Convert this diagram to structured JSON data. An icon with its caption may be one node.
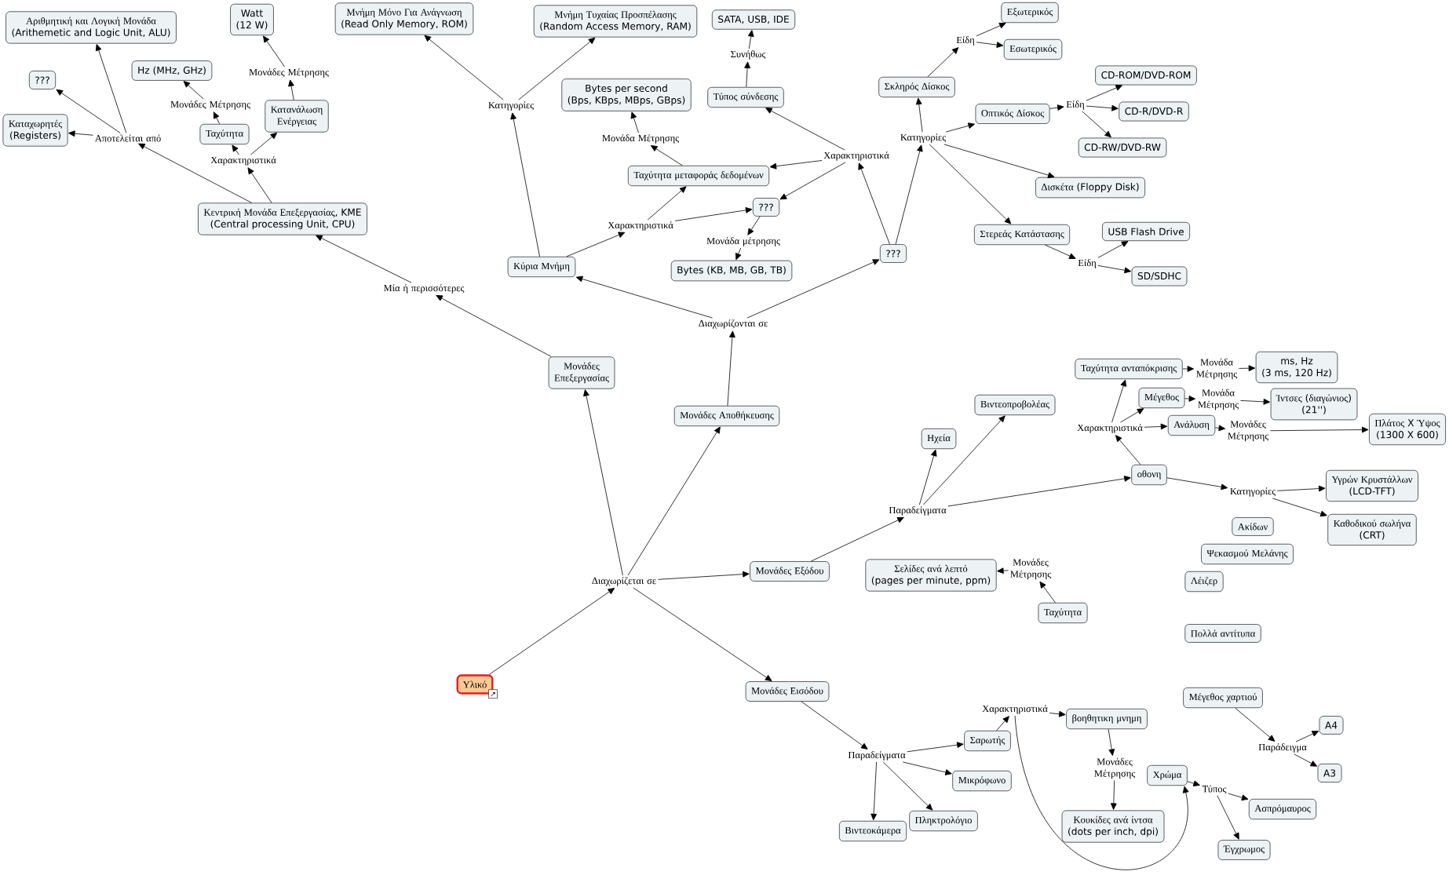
{
  "diagram": {
    "nodes": [
      {
        "text": [
          "Υλικό"
        ]
      },
      {
        "text": [
          "Διαχωρίζεται σε"
        ]
      },
      {
        "text": [
          "Μονάδες Επεξεργασίας"
        ]
      },
      {
        "text": [
          "Μονάδες Αποθήκευσης"
        ]
      },
      {
        "text": [
          "Μονάδες Εξόδου"
        ]
      },
      {
        "text": [
          "Μονάδες Εισόδου"
        ]
      },
      {
        "text": [
          "Μία ή περισσότερες"
        ]
      },
      {
        "text": [
          "Κεντρική Μονάδα Επεξεργασίας, KME (Central processing Unit, CPU)"
        ]
      },
      {
        "text": [
          "Αποτελείται από"
        ]
      },
      {
        "text": [
          "Χαρακτηριστικά"
        ]
      },
      {
        "text": [
          "Αριθμητική και Λογική Μονάδα (Arithemetic and Logic Unit, ALU)"
        ]
      },
      {
        "text": [
          "???"
        ]
      },
      {
        "text": [
          "Καταχωρητές (Registers)"
        ]
      },
      {
        "text": [
          "Ταχύτητα"
        ]
      },
      {
        "text": [
          "Κατανάλωση Ενέργειας"
        ]
      },
      {
        "text": [
          "Μονάδες Μέτρησης"
        ]
      },
      {
        "text": [
          "Hz (MHz, GHz)"
        ]
      },
      {
        "text": [
          "Μονάδες Μέτρησης"
        ]
      },
      {
        "text": [
          "Watt (12 W)"
        ]
      },
      {
        "text": [
          "Διαχωρίζονται σε"
        ]
      },
      {
        "text": [
          "Κύρια Μνήμη"
        ]
      },
      {
        "text": [
          "???"
        ]
      },
      {
        "text": [
          "Κατηγορίες"
        ]
      },
      {
        "text": [
          "Χαρακτηριστικά"
        ]
      },
      {
        "text": [
          "Μνήμη Μόνο Για Ανάγνωση (Read Only Memory, ROM)"
        ]
      },
      {
        "text": [
          "Μνήμη Τυχαίας Προσπέλασης (Random Access Memory, RAM)"
        ]
      },
      {
        "text": [
          "Ταχύτητα μεταφοράς δεδομένων"
        ]
      },
      {
        "text": [
          "???"
        ]
      },
      {
        "text": [
          "Μονάδα Μέτρησης"
        ]
      },
      {
        "text": [
          "Bytes per second (Bps, KBps, MBps, GBps)"
        ]
      },
      {
        "text": [
          "Μονάδα μέτρησης"
        ]
      },
      {
        "text": [
          "Bytes (KB, MB, GB, TB)"
        ]
      },
      {
        "text": [
          "Χαρακτηριστικά"
        ]
      },
      {
        "text": [
          "Κατηγορίες"
        ]
      },
      {
        "text": [
          "Τύπος σύνδεσης"
        ]
      },
      {
        "text": [
          "Συνήθως"
        ]
      },
      {
        "text": [
          "SATA, USB, IDE"
        ]
      },
      {
        "text": [
          "Σκληρός Δίσκος"
        ]
      },
      {
        "text": [
          "Οπτικός Δίσκος"
        ]
      },
      {
        "text": [
          "Δισκέτα (Floppy Disk)"
        ]
      },
      {
        "text": [
          "Στερεάς Κατάστασης"
        ]
      },
      {
        "text": [
          "Είδη"
        ]
      },
      {
        "text": [
          "Εξωτερικός"
        ]
      },
      {
        "text": [
          "Εσωτερικός"
        ]
      },
      {
        "text": [
          "Είδη"
        ]
      },
      {
        "text": [
          "CD-ROM/DVD-ROM"
        ]
      },
      {
        "text": [
          "CD-R/DVD-R"
        ]
      },
      {
        "text": [
          "CD-RW/DVD-RW"
        ]
      },
      {
        "text": [
          "Είδη"
        ]
      },
      {
        "text": [
          "USB Flash Drive"
        ]
      },
      {
        "text": [
          "SD/SDHC"
        ]
      },
      {
        "text": [
          "Παραδείγματα"
        ]
      },
      {
        "text": [
          "Ηχεία"
        ]
      },
      {
        "text": [
          "Βιντεοπροβολέας"
        ]
      },
      {
        "text": [
          "οθονη"
        ]
      },
      {
        "text": [
          "Χαρακτηριστικά"
        ]
      },
      {
        "text": [
          "Κατηγορίες"
        ]
      },
      {
        "text": [
          "Ταχύτητα ανταπόκρισης"
        ]
      },
      {
        "text": [
          "Μέγεθος"
        ]
      },
      {
        "text": [
          "Ανάλυση"
        ]
      },
      {
        "text": [
          "Μονάδα Μέτρησης"
        ]
      },
      {
        "text": [
          "ms, Hz (3 ms, 120 Hz)"
        ]
      },
      {
        "text": [
          "Μονάδα Μέτρησης"
        ]
      },
      {
        "text": [
          "Ίντσες (διαγώνιος) (21'')"
        ]
      },
      {
        "text": [
          "Μονάδες Μέτρησης"
        ]
      },
      {
        "text": [
          "Πλάτος X Ύψος (1300 X 600)"
        ]
      },
      {
        "text": [
          "Υγρών Κρυστάλλων (LCD-TFT)"
        ]
      },
      {
        "text": [
          "Καθοδικού σωλήνα (CRT)"
        ]
      },
      {
        "text": [
          "Ακίδων"
        ]
      },
      {
        "text": [
          "Ψεκασμού Μελάνης"
        ]
      },
      {
        "text": [
          "Λέιζερ"
        ]
      },
      {
        "text": [
          "Πολλά αντίτυπα"
        ]
      },
      {
        "text": [
          "Σελίδες ανά λεπτό (pages per minute, ppm)"
        ]
      },
      {
        "text": [
          "Μονάδες Μέτρησης"
        ]
      },
      {
        "text": [
          "Ταχύτητα"
        ]
      },
      {
        "text": [
          "Παραδείγματα"
        ]
      },
      {
        "text": [
          "Σαρωτής"
        ]
      },
      {
        "text": [
          "Μικρόφωνο"
        ]
      },
      {
        "text": [
          "Πληκτρολόγιο"
        ]
      },
      {
        "text": [
          "Βιντεοκάμερα"
        ]
      },
      {
        "text": [
          "Χαρακτηριστικά"
        ]
      },
      {
        "text": [
          "βοηθητικη μνημη"
        ]
      },
      {
        "text": [
          "Χρώμα"
        ]
      },
      {
        "text": [
          "Μονάδες Μέτρησης"
        ]
      },
      {
        "text": [
          "Κουκίδες ανά ίντσα (dots per inch, dpi)"
        ]
      },
      {
        "text": [
          "Τύπος"
        ]
      },
      {
        "text": [
          "Ασπρόμαυρος"
        ]
      },
      {
        "text": [
          "Έγχρωμος"
        ]
      },
      {
        "text": [
          "Μέγεθος χαρτιού"
        ]
      },
      {
        "text": [
          "Παράδειγμα"
        ]
      },
      {
        "text": [
          "A4"
        ]
      },
      {
        "text": [
          "A3"
        ]
      }
    ],
    "edges": [
      {
        "from": 0,
        "to": 1,
        "arrow": "to"
      },
      {
        "from": 1,
        "to": 2,
        "arrow": "to"
      },
      {
        "from": 1,
        "to": 3,
        "arrow": "to"
      },
      {
        "from": 1,
        "to": 4,
        "arrow": "to"
      },
      {
        "from": 1,
        "to": 5,
        "arrow": "to"
      },
      {
        "from": 2,
        "to": 6,
        "arrow": "to"
      },
      {
        "from": 6,
        "to": 7,
        "arrow": "to"
      },
      {
        "from": 7,
        "to": 8,
        "arrow": "to"
      },
      {
        "from": 7,
        "to": 9,
        "arrow": "to"
      },
      {
        "from": 8,
        "to": 10,
        "arrow": "to"
      },
      {
        "from": 8,
        "to": 11,
        "arrow": "to"
      },
      {
        "from": 8,
        "to": 12,
        "arrow": "to"
      },
      {
        "from": 9,
        "to": 13,
        "arrow": "to"
      },
      {
        "from": 9,
        "to": 14,
        "arrow": "to"
      },
      {
        "from": 13,
        "to": 15,
        "arrow": "to"
      },
      {
        "from": 15,
        "to": 16,
        "arrow": "to"
      },
      {
        "from": 14,
        "to": 17,
        "arrow": "to"
      },
      {
        "from": 17,
        "to": 18,
        "arrow": "to"
      },
      {
        "from": 3,
        "to": 19,
        "arrow": "to"
      },
      {
        "from": 19,
        "to": 20,
        "arrow": "to"
      },
      {
        "from": 19,
        "to": 21,
        "arrow": "to"
      },
      {
        "from": 20,
        "to": 22,
        "arrow": "to"
      },
      {
        "from": 20,
        "to": 23,
        "arrow": "to"
      },
      {
        "from": 22,
        "to": 24,
        "arrow": "to"
      },
      {
        "from": 22,
        "to": 25,
        "arrow": "to"
      },
      {
        "from": 23,
        "to": 26,
        "arrow": "to"
      },
      {
        "from": 23,
        "to": 27,
        "arrow": "to"
      },
      {
        "from": 26,
        "to": 28,
        "arrow": "to"
      },
      {
        "from": 28,
        "to": 29,
        "arrow": "to"
      },
      {
        "from": 27,
        "to": 30,
        "arrow": "to"
      },
      {
        "from": 30,
        "to": 31,
        "arrow": "to"
      },
      {
        "from": 21,
        "to": 32,
        "arrow": "to"
      },
      {
        "from": 21,
        "to": 33,
        "arrow": "to"
      },
      {
        "from": 32,
        "to": 34,
        "arrow": "to"
      },
      {
        "from": 32,
        "to": 26,
        "arrow": "to"
      },
      {
        "from": 32,
        "to": 27,
        "arrow": "to"
      },
      {
        "from": 34,
        "to": 35,
        "arrow": "to"
      },
      {
        "from": 35,
        "to": 36,
        "arrow": "to"
      },
      {
        "from": 33,
        "to": 37,
        "arrow": "to"
      },
      {
        "from": 33,
        "to": 38,
        "arrow": "to"
      },
      {
        "from": 33,
        "to": 39,
        "arrow": "to"
      },
      {
        "from": 33,
        "to": 40,
        "arrow": "to"
      },
      {
        "from": 37,
        "to": 41,
        "arrow": "to"
      },
      {
        "from": 41,
        "to": 42,
        "arrow": "to"
      },
      {
        "from": 41,
        "to": 43,
        "arrow": "to"
      },
      {
        "from": 38,
        "to": 44,
        "arrow": "to"
      },
      {
        "from": 44,
        "to": 45,
        "arrow": "to"
      },
      {
        "from": 44,
        "to": 46,
        "arrow": "to"
      },
      {
        "from": 44,
        "to": 47,
        "arrow": "to"
      },
      {
        "from": 40,
        "to": 48,
        "arrow": "to"
      },
      {
        "from": 48,
        "to": 49,
        "arrow": "to"
      },
      {
        "from": 48,
        "to": 50,
        "arrow": "to"
      },
      {
        "from": 4,
        "to": 51,
        "arrow": "to"
      },
      {
        "from": 51,
        "to": 52,
        "arrow": "to"
      },
      {
        "from": 51,
        "to": 53,
        "arrow": "to"
      },
      {
        "from": 51,
        "to": 54,
        "arrow": "to"
      },
      {
        "from": 54,
        "to": 55,
        "arrow": "to"
      },
      {
        "from": 54,
        "to": 56,
        "arrow": "to"
      },
      {
        "from": 55,
        "to": 57,
        "arrow": "to"
      },
      {
        "from": 55,
        "to": 58,
        "arrow": "to"
      },
      {
        "from": 55,
        "to": 59,
        "arrow": "to"
      },
      {
        "from": 57,
        "to": 60,
        "arrow": "to"
      },
      {
        "from": 60,
        "to": 61,
        "arrow": "to"
      },
      {
        "from": 58,
        "to": 62,
        "arrow": "to"
      },
      {
        "from": 62,
        "to": 63,
        "arrow": "to"
      },
      {
        "from": 59,
        "to": 64,
        "arrow": "to"
      },
      {
        "from": 64,
        "to": 65,
        "arrow": "to"
      },
      {
        "from": 56,
        "to": 66,
        "arrow": "to"
      },
      {
        "from": 56,
        "to": 67,
        "arrow": "to"
      },
      {
        "from": 74,
        "to": 73,
        "arrow": "to"
      },
      {
        "from": 73,
        "to": 72,
        "arrow": "to"
      },
      {
        "from": 5,
        "to": 75,
        "arrow": "to"
      },
      {
        "from": 75,
        "to": 76,
        "arrow": "to"
      },
      {
        "from": 75,
        "to": 77,
        "arrow": "to"
      },
      {
        "from": 75,
        "to": 78,
        "arrow": "to"
      },
      {
        "from": 75,
        "to": 79,
        "arrow": "to"
      },
      {
        "from": 76,
        "to": 80,
        "arrow": "to"
      },
      {
        "from": 80,
        "to": 81,
        "arrow": "to"
      },
      {
        "from": 80,
        "to": 82,
        "arrow": "to"
      },
      {
        "from": 81,
        "to": 83,
        "arrow": "to"
      },
      {
        "from": 83,
        "to": 84,
        "arrow": "to"
      },
      {
        "from": 82,
        "to": 85,
        "arrow": "to"
      },
      {
        "from": 85,
        "to": 86,
        "arrow": "to"
      },
      {
        "from": 85,
        "to": 87,
        "arrow": "to"
      },
      {
        "from": 88,
        "to": 89,
        "arrow": "to"
      },
      {
        "from": 89,
        "to": 90,
        "arrow": "to"
      },
      {
        "from": 89,
        "to": 91,
        "arrow": "to"
      }
    ]
  }
}
